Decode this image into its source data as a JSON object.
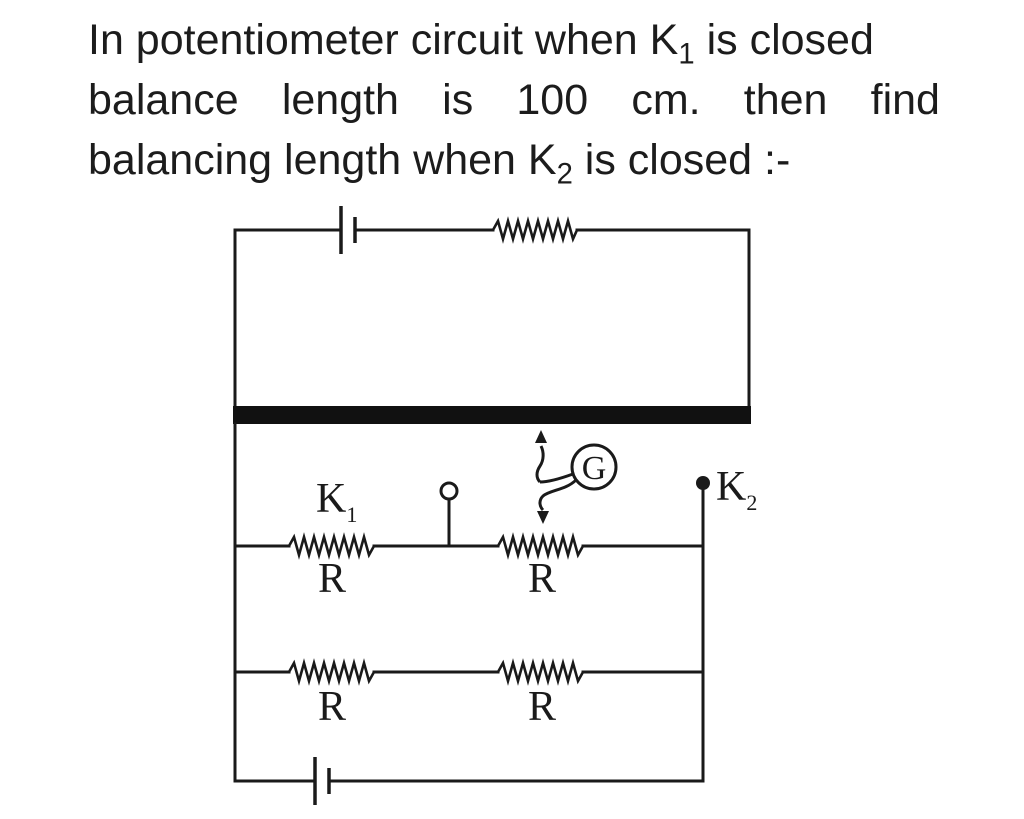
{
  "question": {
    "line1_a": "In potentiometer circuit when K",
    "line1_sub": "1",
    "line1_b": " is closed",
    "line2_words": [
      "balance",
      "length",
      "is",
      "100",
      "cm.",
      "then",
      "find"
    ],
    "line3_a": "balancing length when K",
    "line3_sub": "2",
    "line3_b": " is closed :-"
  },
  "diagram": {
    "key1_label": "K",
    "key1_sub": "1",
    "key2_label": "K",
    "key2_sub": "2",
    "galvanometer_label": "G",
    "resistor_labels": [
      "R",
      "R",
      "R",
      "R"
    ]
  }
}
